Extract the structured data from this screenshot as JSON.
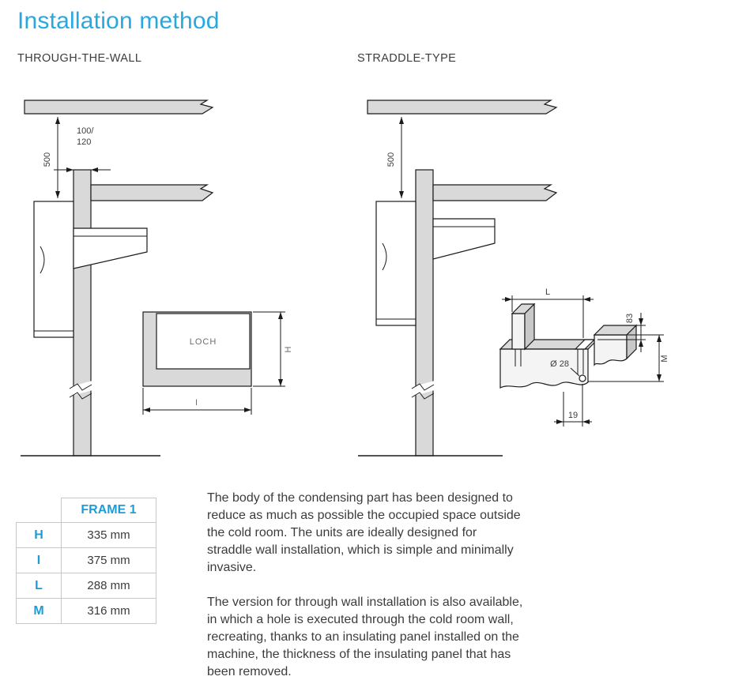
{
  "page": {
    "title": "Installation method"
  },
  "sections": {
    "through_wall": {
      "label": "THROUGH-THE-WALL"
    },
    "straddle": {
      "label": "STRADDLE-TYPE"
    }
  },
  "diagrams": {
    "through_wall": {
      "ceiling_offset": "500",
      "wall_thickness_line1": "100/",
      "wall_thickness_line2": "120",
      "hole_label": "LOCH",
      "hole_height_label": "H",
      "hole_width_label": "I"
    },
    "straddle": {
      "ceiling_offset": "500",
      "slot_spacing_label": "L",
      "offset_83": "83",
      "height_m_label": "M",
      "hole_diameter": "Ø 28",
      "hole_offset": "19"
    }
  },
  "table": {
    "header": "FRAME 1",
    "rows": [
      {
        "label": "H",
        "value": "335 mm"
      },
      {
        "label": "I",
        "value": "375 mm"
      },
      {
        "label": "L",
        "value": "288 mm"
      },
      {
        "label": "M",
        "value": "316 mm"
      }
    ]
  },
  "body_text": {
    "paragraph_1": "The body of the condensing part has been designed to reduce as much as possible the occupied space outside the cold room. The units are ideally designed for straddle wall installation, which is simple and minimally invasive.",
    "paragraph_2": "The version for through wall installation is also available, in which a hole is executed through the cold room wall, recreating, thanks to an insulating panel installed on the machine, the thickness of the insulating panel that has been removed."
  },
  "colors": {
    "accent_blue": "#29A8E0",
    "table_blue": "#1E9CD7",
    "diagram_gray": "#D9D9DA",
    "text_dark": "#3C3C3B"
  }
}
